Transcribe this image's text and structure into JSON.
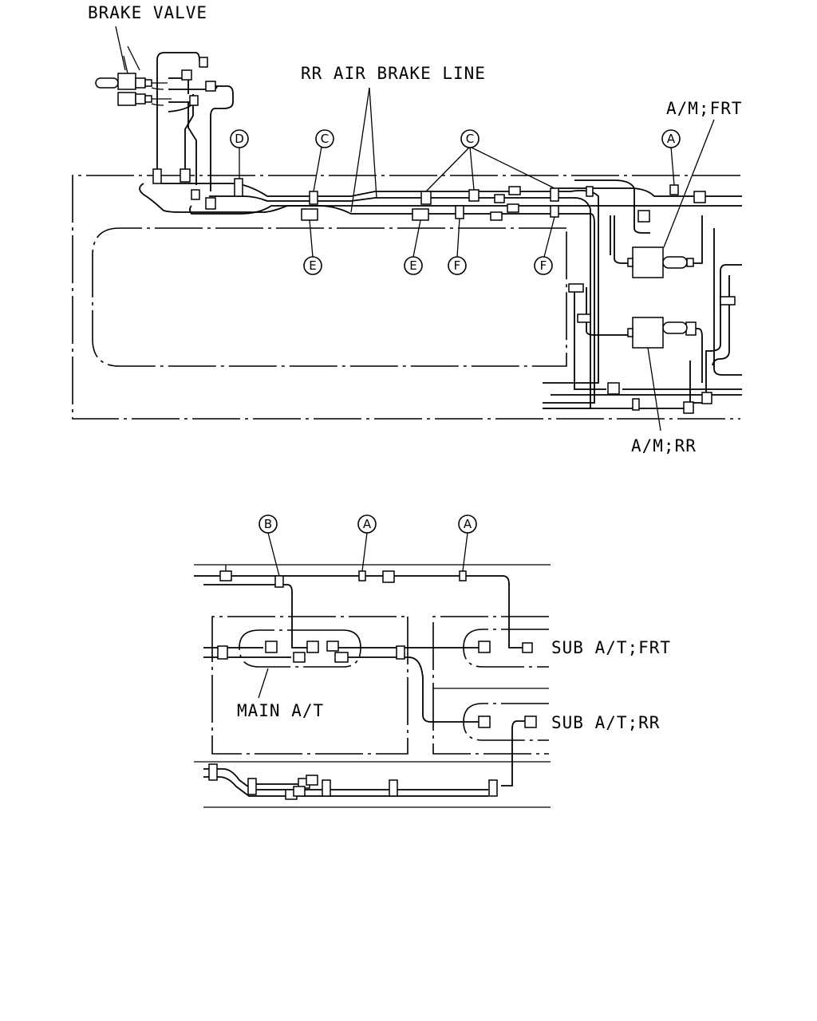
{
  "labels": {
    "brake_valve": "BRAKE VALVE",
    "rr_air_brake_line": "RR AIR BRAKE LINE",
    "am_frt": "A/M;FRT",
    "am_rr": "A/M;RR",
    "main_at": "MAIN A/T",
    "sub_at_frt": "SUB A/T;FRT",
    "sub_at_rr": "SUB A/T;RR"
  },
  "callouts": {
    "top_d": "D",
    "top_c1": "C",
    "top_c2": "C",
    "top_a": "A",
    "top_e1": "E",
    "top_e2": "E",
    "top_f1": "F",
    "top_f2": "F",
    "bottom_b": "B",
    "bottom_a1": "A",
    "bottom_a2": "A"
  }
}
